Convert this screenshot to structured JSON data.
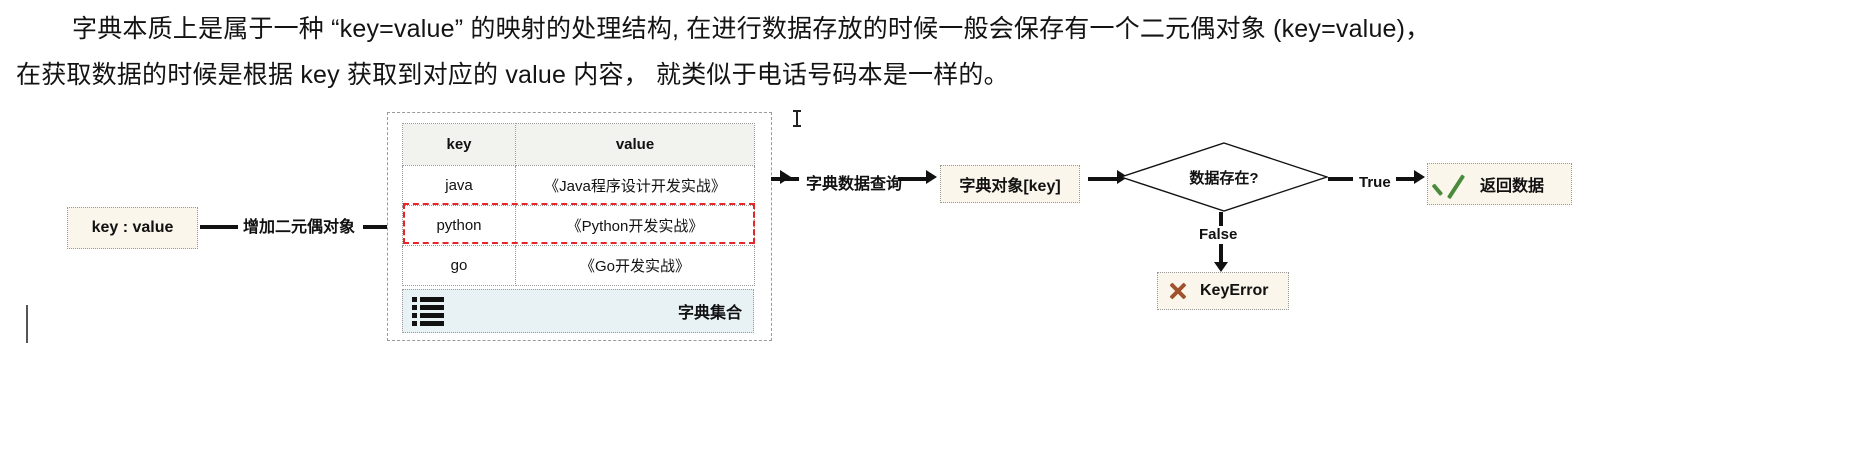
{
  "prose": {
    "line1": "字典本质上是属于一种 “key=value” 的映射的处理结构, 在进行数据存放的时候一般会保存有一个二元偶对象 (key=value)，",
    "line2": "在获取数据的时候是根据 key 获取到对应的 value 内容，  就类似于电话号码本是一样的。"
  },
  "diagram": {
    "kv_box": "key : value",
    "label_add": "增加二元偶对象",
    "label_query": "字典数据查询",
    "dict_object_box": "字典对象[key]",
    "decision": "数据存在?",
    "label_true": "True",
    "label_false": "False",
    "keyerror_box": "KeyError",
    "return_box": "返回数据",
    "dict_footer_label": "字典集合",
    "table": {
      "headers": [
        "key",
        "value"
      ],
      "rows": [
        {
          "key": "java",
          "value": "《Java程序设计开发实战》"
        },
        {
          "key": "python",
          "value": "《Python开发实战》"
        },
        {
          "key": "go",
          "value": "《Go开发实战》"
        }
      ],
      "highlighted_row_index": 1
    },
    "icons": {
      "list": "list-icon",
      "error": "cross-icon",
      "success": "check-icon"
    },
    "colors": {
      "node_fill": "#faf6ec",
      "header_fill": "#f2f2ee",
      "footer_fill": "#e8f1f3",
      "highlight": "#e8262a",
      "error": "#a0522d",
      "success": "#4a8b3b"
    }
  }
}
